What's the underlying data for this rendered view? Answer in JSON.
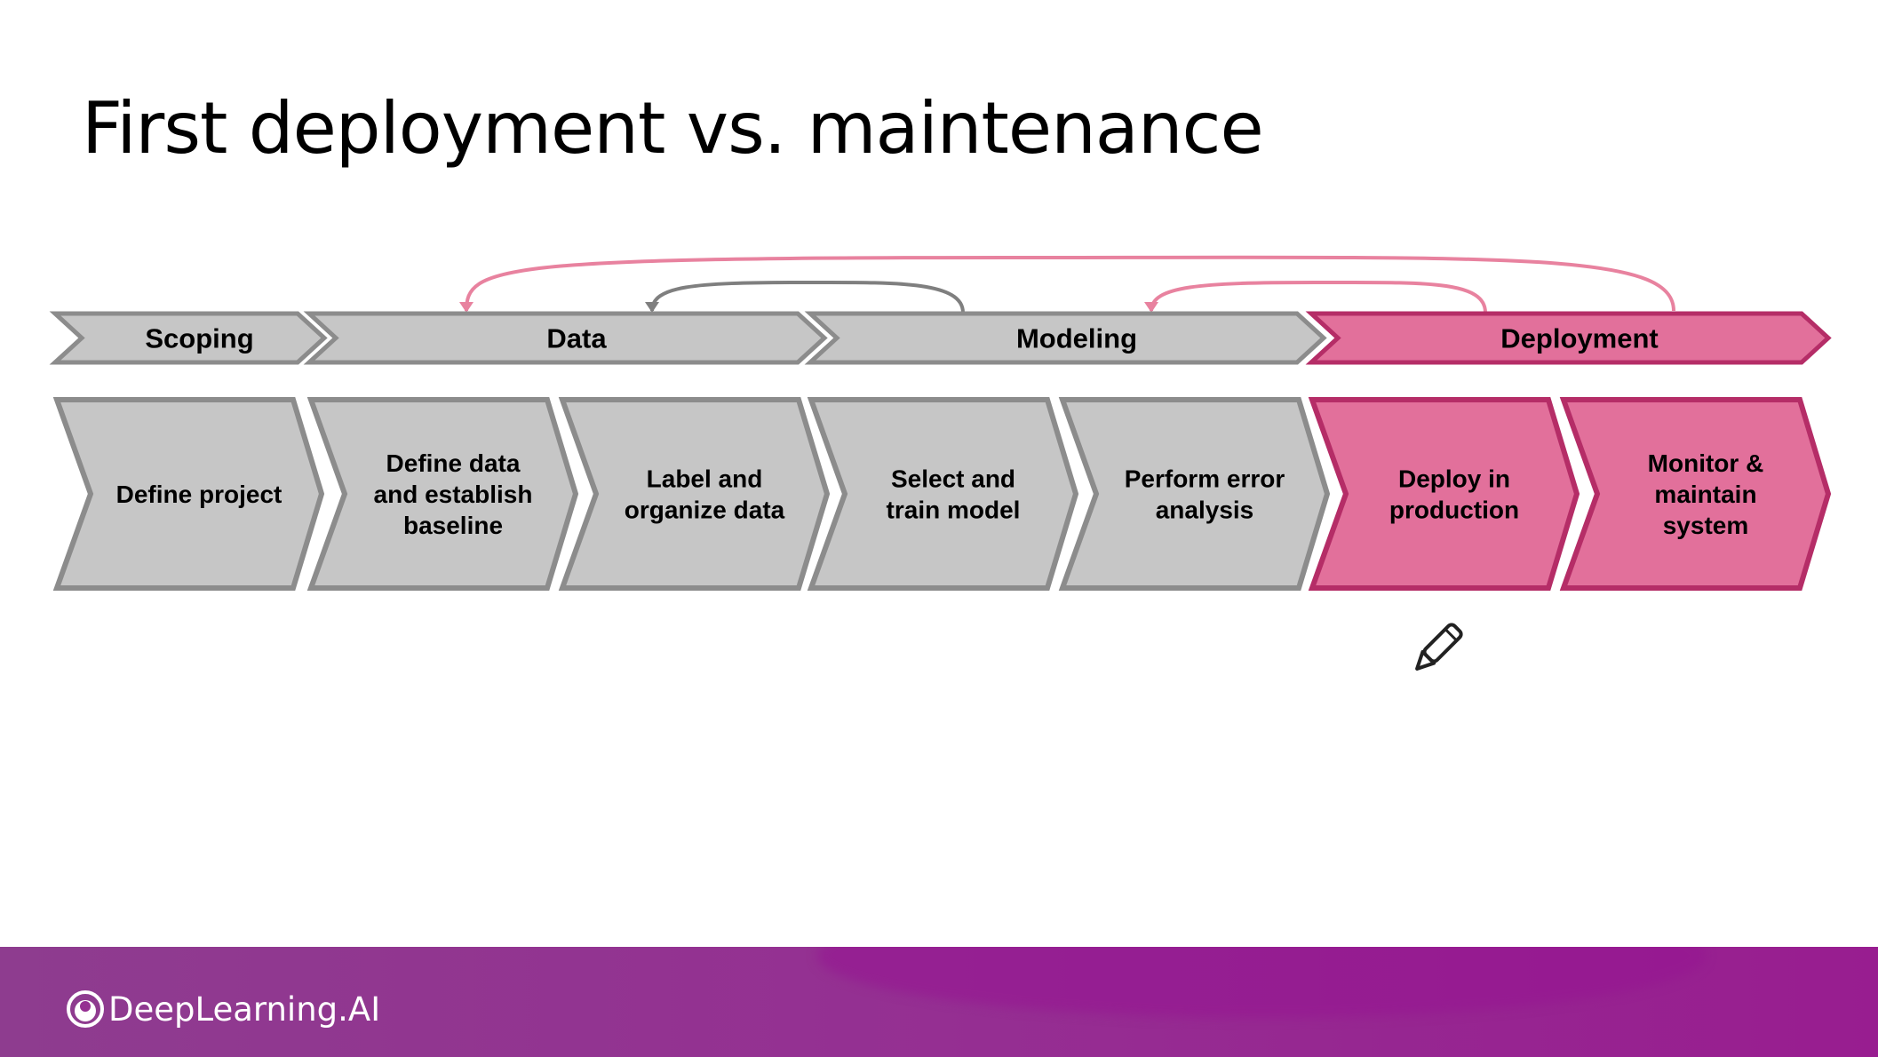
{
  "slide": {
    "title": "First deployment vs. maintenance"
  },
  "phases": [
    {
      "label": "Scoping",
      "highlight": false
    },
    {
      "label": "Data",
      "highlight": false
    },
    {
      "label": "Modeling",
      "highlight": false
    },
    {
      "label": "Deployment",
      "highlight": true
    }
  ],
  "steps": [
    {
      "lines": [
        "Define project"
      ],
      "highlight": false
    },
    {
      "lines": [
        "Define data",
        "and establish",
        "baseline"
      ],
      "highlight": false
    },
    {
      "lines": [
        "Label and",
        "organize data"
      ],
      "highlight": false
    },
    {
      "lines": [
        "Select and",
        "train model"
      ],
      "highlight": false
    },
    {
      "lines": [
        "Perform error",
        "analysis"
      ],
      "highlight": false
    },
    {
      "lines": [
        "Deploy in",
        "production"
      ],
      "highlight": true
    },
    {
      "lines": [
        "Monitor &",
        "maintain",
        "system"
      ],
      "highlight": true
    }
  ],
  "colors": {
    "gray_fill": "#c6c6c6",
    "gray_stroke": "#8c8c8c",
    "pink_fill": "#e2709b",
    "pink_stroke": "#b52d67",
    "gray_arrow": "#7f7f7f",
    "pink_arrow": "#e8829f"
  },
  "icons": {
    "pencil": "pencil-icon",
    "brand_logo": "deeplearning-logo-icon"
  },
  "footer": {
    "brand": "DeepLearning.AI"
  }
}
